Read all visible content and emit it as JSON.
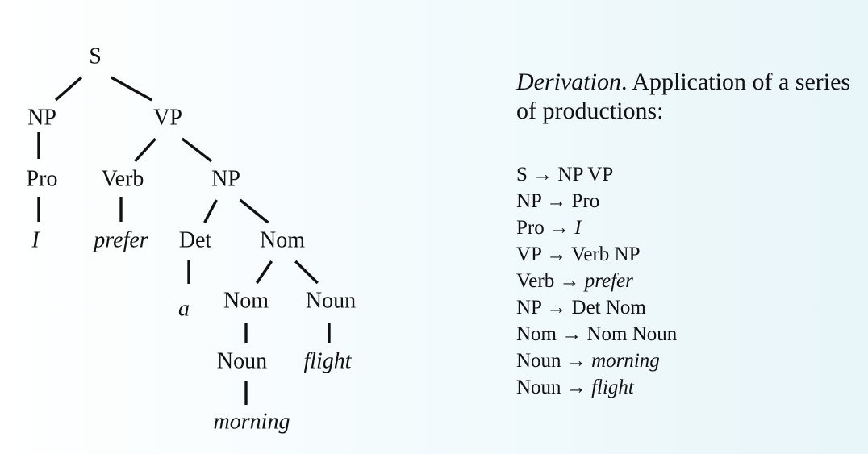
{
  "tree": {
    "nodes": [
      {
        "id": "s",
        "label": "S",
        "kind": "category"
      },
      {
        "id": "np1",
        "label": "NP",
        "kind": "category"
      },
      {
        "id": "vp",
        "label": "VP",
        "kind": "category"
      },
      {
        "id": "pro",
        "label": "Pro",
        "kind": "category"
      },
      {
        "id": "i",
        "label": "I",
        "kind": "word"
      },
      {
        "id": "verb",
        "label": "Verb",
        "kind": "category"
      },
      {
        "id": "prefer",
        "label": "prefer",
        "kind": "word"
      },
      {
        "id": "np2",
        "label": "NP",
        "kind": "category"
      },
      {
        "id": "det",
        "label": "Det",
        "kind": "category"
      },
      {
        "id": "a",
        "label": "a",
        "kind": "word"
      },
      {
        "id": "nom1",
        "label": "Nom",
        "kind": "category"
      },
      {
        "id": "nom2",
        "label": "Nom",
        "kind": "category"
      },
      {
        "id": "noun1",
        "label": "Noun",
        "kind": "category"
      },
      {
        "id": "morning",
        "label": "morning",
        "kind": "word"
      },
      {
        "id": "noun2",
        "label": "Noun",
        "kind": "category"
      },
      {
        "id": "flight",
        "label": "flight",
        "kind": "word"
      }
    ],
    "edges": [
      [
        "s",
        "np1"
      ],
      [
        "s",
        "vp"
      ],
      [
        "np1",
        "pro"
      ],
      [
        "pro",
        "i"
      ],
      [
        "vp",
        "verb"
      ],
      [
        "vp",
        "np2"
      ],
      [
        "verb",
        "prefer"
      ],
      [
        "np2",
        "det"
      ],
      [
        "np2",
        "nom1"
      ],
      [
        "det",
        "a"
      ],
      [
        "nom1",
        "nom2"
      ],
      [
        "nom1",
        "noun2"
      ],
      [
        "nom2",
        "noun1"
      ],
      [
        "noun1",
        "morning"
      ],
      [
        "noun2",
        "flight"
      ]
    ]
  },
  "derivation": {
    "term": "Derivation",
    "rest": ". Application of a series of productions:",
    "rules": [
      {
        "lhs": "S",
        "arrow": "→",
        "rhs": "NP VP",
        "rhs_is_word": false
      },
      {
        "lhs": "NP",
        "arrow": "→",
        "rhs": "Pro",
        "rhs_is_word": false
      },
      {
        "lhs": "Pro",
        "arrow": "→",
        "rhs": "I",
        "rhs_is_word": true
      },
      {
        "lhs": "VP",
        "arrow": "→",
        "rhs": "Verb NP",
        "rhs_is_word": false
      },
      {
        "lhs": "Verb",
        "arrow": "→",
        "rhs": "prefer",
        "rhs_is_word": true
      },
      {
        "lhs": "NP",
        "arrow": "→",
        "rhs": "Det Nom",
        "rhs_is_word": false
      },
      {
        "lhs": "Nom",
        "arrow": "→",
        "rhs": "Nom Noun",
        "rhs_is_word": false
      },
      {
        "lhs": "Noun",
        "arrow": "→",
        "rhs": "morning",
        "rhs_is_word": true
      },
      {
        "lhs": "Noun",
        "arrow": "→",
        "rhs": "flight",
        "rhs_is_word": true
      }
    ]
  }
}
